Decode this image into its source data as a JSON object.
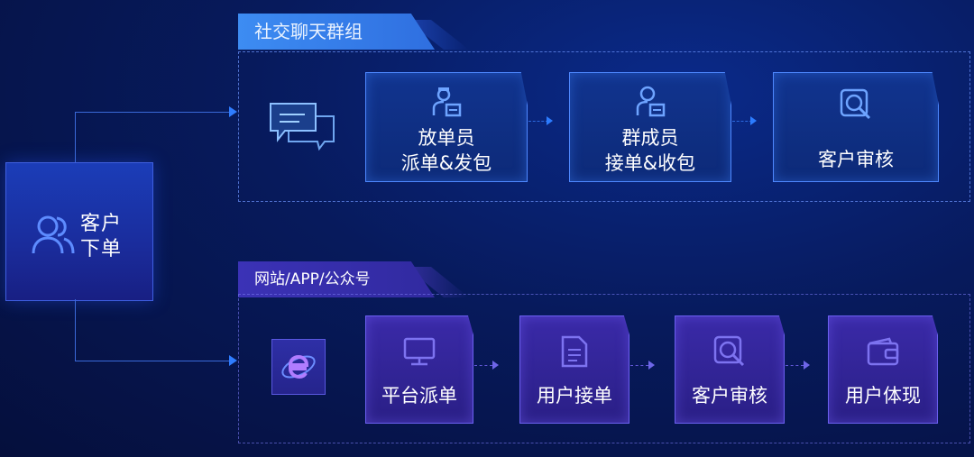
{
  "customer": {
    "line1": "客户",
    "line2": "下单"
  },
  "group1": {
    "tab": "社交聊天群组",
    "steps": [
      {
        "line1": "放单员",
        "line2": "派单&发包",
        "icon": "staff-id-icon"
      },
      {
        "line1": "群成员",
        "line2": "接单&收包",
        "icon": "member-id-icon"
      },
      {
        "line1": "客户审核",
        "icon": "magnifier-review-icon"
      }
    ]
  },
  "group2": {
    "tab": "网站/APP/公众号",
    "steps": [
      {
        "label": "平台派单",
        "icon": "monitor-icon"
      },
      {
        "label": "用户接单",
        "icon": "document-icon"
      },
      {
        "label": "客户审核",
        "icon": "magnifier-review-icon"
      },
      {
        "label": "用户体现",
        "icon": "wallet-icon"
      }
    ]
  },
  "colors": {
    "blue_accent": "#4e88ff",
    "purple_accent": "#6b5ff0",
    "background": "#071a5c"
  }
}
